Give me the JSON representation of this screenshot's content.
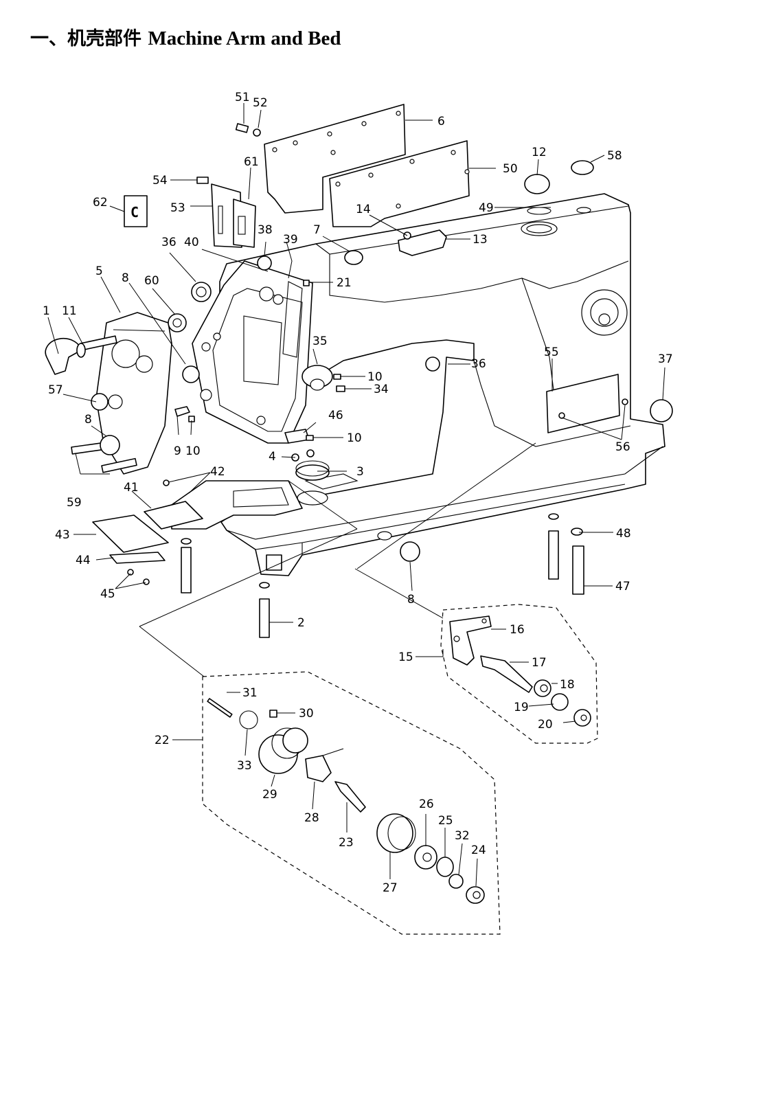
{
  "page": {
    "title_cn": "一、机壳部件",
    "title_en": "Machine Arm and Bed"
  },
  "diagram": {
    "box_letter": "C",
    "callouts": [
      "1",
      "2",
      "3",
      "4",
      "5",
      "6",
      "7",
      "8",
      "8",
      "8",
      "8",
      "9",
      "10",
      "10",
      "10",
      "11",
      "12",
      "13",
      "14",
      "15",
      "16",
      "17",
      "18",
      "19",
      "20",
      "21",
      "22",
      "23",
      "24",
      "25",
      "26",
      "27",
      "28",
      "29",
      "30",
      "31",
      "32",
      "33",
      "34",
      "35",
      "36",
      "36",
      "37",
      "38",
      "39",
      "40",
      "41",
      "42",
      "43",
      "44",
      "45",
      "46",
      "47",
      "48",
      "49",
      "50",
      "51",
      "52",
      "53",
      "54",
      "55",
      "56",
      "57",
      "58",
      "59",
      "60",
      "61",
      "62"
    ]
  }
}
